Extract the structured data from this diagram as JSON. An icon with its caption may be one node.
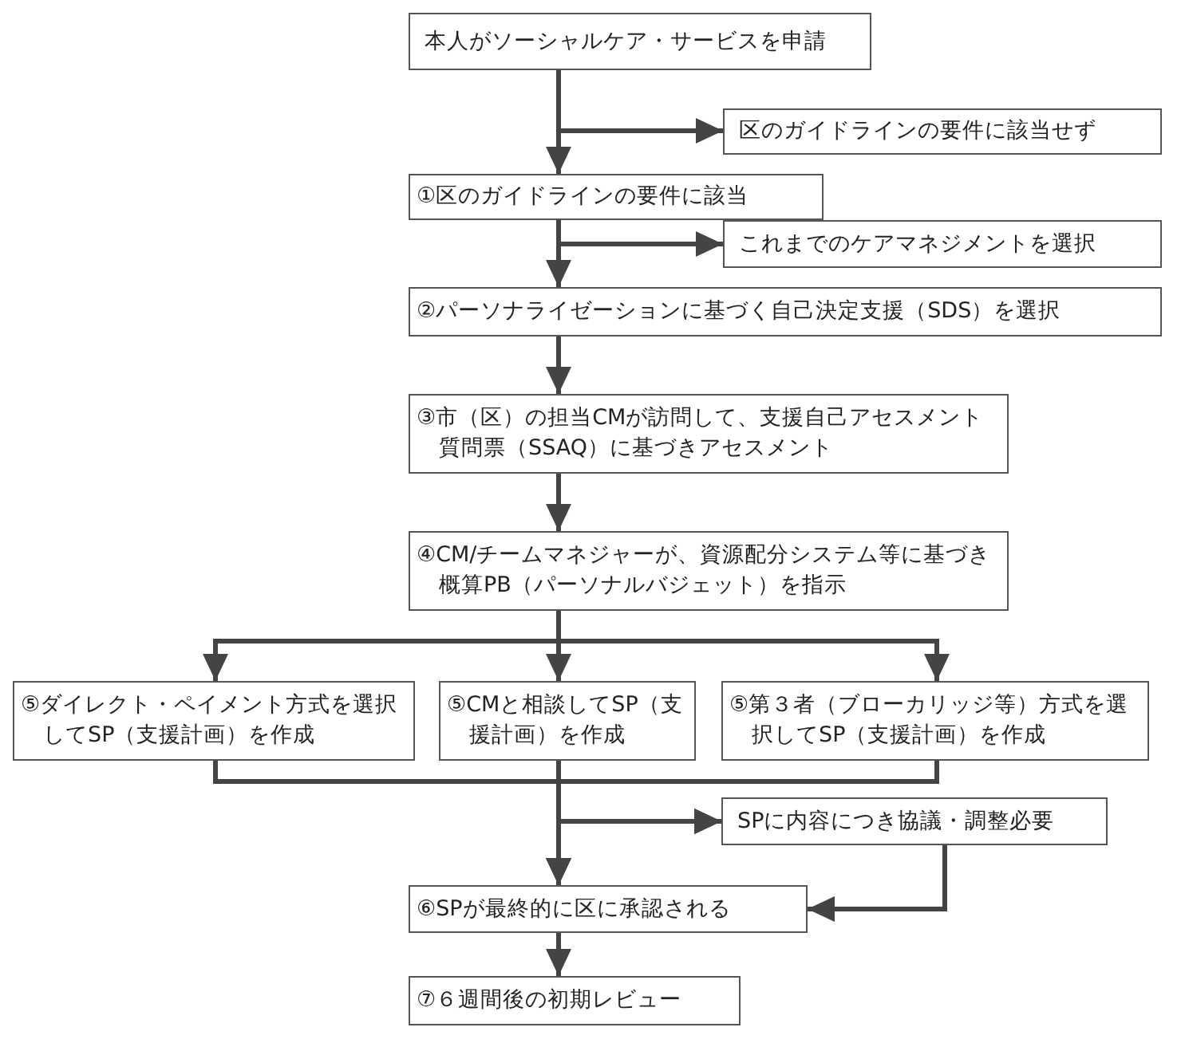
{
  "diagram": {
    "nodes": [
      {
        "text": [
          "本人がソーシャルケア・サービスを申請"
        ]
      },
      {
        "text": [
          "区のガイドラインの要件に該当せず"
        ]
      },
      {
        "text": [
          "①区のガイドラインの要件に該当"
        ]
      },
      {
        "text": [
          "これまでのケアマネジメントを選択"
        ]
      },
      {
        "text": [
          "②パーソナライゼーションに基づく自己決定支援（SDS）を選択"
        ]
      },
      {
        "text": [
          "③市（区）の担当CMが訪問して、支援自己アセスメント質問票（SSAQ）に基づきアセスメント"
        ]
      },
      {
        "text": [
          "④CM/チームマネジャーが、資源配分システム等に基づき概算PB（パーソナルバジェット）を指示"
        ]
      },
      {
        "text": [
          "⑤ダイレクト・ペイメント方式を選択してSP（支援計画）を作成"
        ]
      },
      {
        "text": [
          "⑤CMと相談してSP（支援計画）を作成"
        ]
      },
      {
        "text": [
          "⑤第３者（ブローカリッジ等）方式を選択してSP（支援計画）を作成"
        ]
      },
      {
        "text": [
          "SPに内容につき協議・調整必要"
        ]
      },
      {
        "text": [
          "⑥SPが最終的に区に承認される"
        ]
      },
      {
        "text": [
          "⑦６週間後の初期レビュー"
        ]
      }
    ],
    "edges": [
      {
        "from": 0,
        "to": 1,
        "arrow": "to"
      },
      {
        "from": 0,
        "to": 2,
        "arrow": "to"
      },
      {
        "from": 2,
        "to": 3,
        "arrow": "to"
      },
      {
        "from": 2,
        "to": 4,
        "arrow": "to"
      },
      {
        "from": 4,
        "to": 5,
        "arrow": "to"
      },
      {
        "from": 5,
        "to": 6,
        "arrow": "to"
      },
      {
        "from": 6,
        "to": 7,
        "arrow": "to"
      },
      {
        "from": 6,
        "to": 8,
        "arrow": "to"
      },
      {
        "from": 6,
        "to": 9,
        "arrow": "to"
      },
      {
        "from": 7,
        "to": 11,
        "arrow": "to"
      },
      {
        "from": 8,
        "to": 11,
        "arrow": "to"
      },
      {
        "from": 9,
        "to": 11,
        "arrow": "to"
      },
      {
        "from": 7,
        "to": 10,
        "arrow": "to"
      },
      {
        "from": 8,
        "to": 10,
        "arrow": "to"
      },
      {
        "from": 9,
        "to": 10,
        "arrow": "to"
      },
      {
        "from": 10,
        "to": 11,
        "arrow": "to"
      },
      {
        "from": 11,
        "to": 12,
        "arrow": "to"
      }
    ]
  }
}
